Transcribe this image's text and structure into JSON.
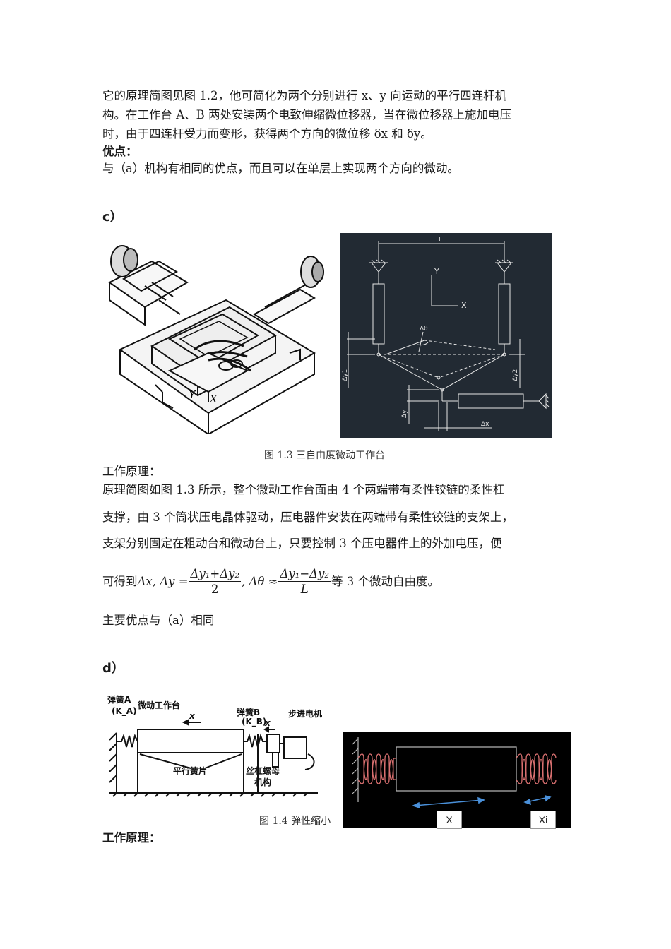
{
  "intro": {
    "line1": "它的原理简图见图 1.2，他可简化为两个分别进行 x、y 向运动的平行四连杆机",
    "line2": "构。在工作台 A、B 两处安装两个电致伸缩微位移器，当在微位移器上施加电压",
    "line3": "时，由于四连杆受力而变形，获得两个方向的微位移 δx 和 δy。"
  },
  "advantages": {
    "heading": "优点：",
    "text": "与（a）机构有相同的优点，而且可以在单层上实现两个方向的微动。"
  },
  "section_c": {
    "label": "c）",
    "figure_caption": "图 1.3  三自由度微动工作台",
    "iso_labels": {
      "y": "Y",
      "x": "X"
    },
    "cad_labels": {
      "L": "L",
      "Y": "Y",
      "X": "X",
      "dtheta": "Δθ",
      "dy1": "Δy1",
      "dy2": "Δy2",
      "dy": "Δy",
      "dx": "Δx"
    },
    "work_heading": "工作原理：",
    "body1": "原理简图如图 1.3 所示，整个微动工作台面由 4 个两端带有柔性铰链的柔性杠",
    "body2": "支撑，由 3 个筒状压电晶体驱动，压电器件安装在两端带有柔性铰链的支架上，",
    "body3": "支架分别固定在粗动台和微动台上，只要控制 3 个压电器件上的外加电压，便",
    "formula": {
      "prefix": "可得到",
      "dx": "Δx, Δy =",
      "num1": "Δy₁+Δy₂",
      "den1": "2",
      "mid": ", Δθ ≈",
      "num2": "Δy₁−Δy₂",
      "den2": "L",
      "suffix": "等 3 个微动自由度。"
    },
    "main_adv": "主要优点与（a）相同"
  },
  "section_d": {
    "label": "d）",
    "fig_labels": {
      "spring_a": "弹簧A",
      "ka": "(K_A)",
      "stage": "微动工作台",
      "x_arrow": "x",
      "spring_b": "弹簧B",
      "kb": "(K_B)",
      "x_small": "x",
      "motor": "步进电机",
      "leaf": "平行簧片",
      "screw1": "丝杠螺母",
      "screw2": "机构"
    },
    "figure_caption": "图 1.4  弹性缩小",
    "box_x": "X",
    "box_xi": "Xi",
    "work_heading": "工作原理："
  }
}
